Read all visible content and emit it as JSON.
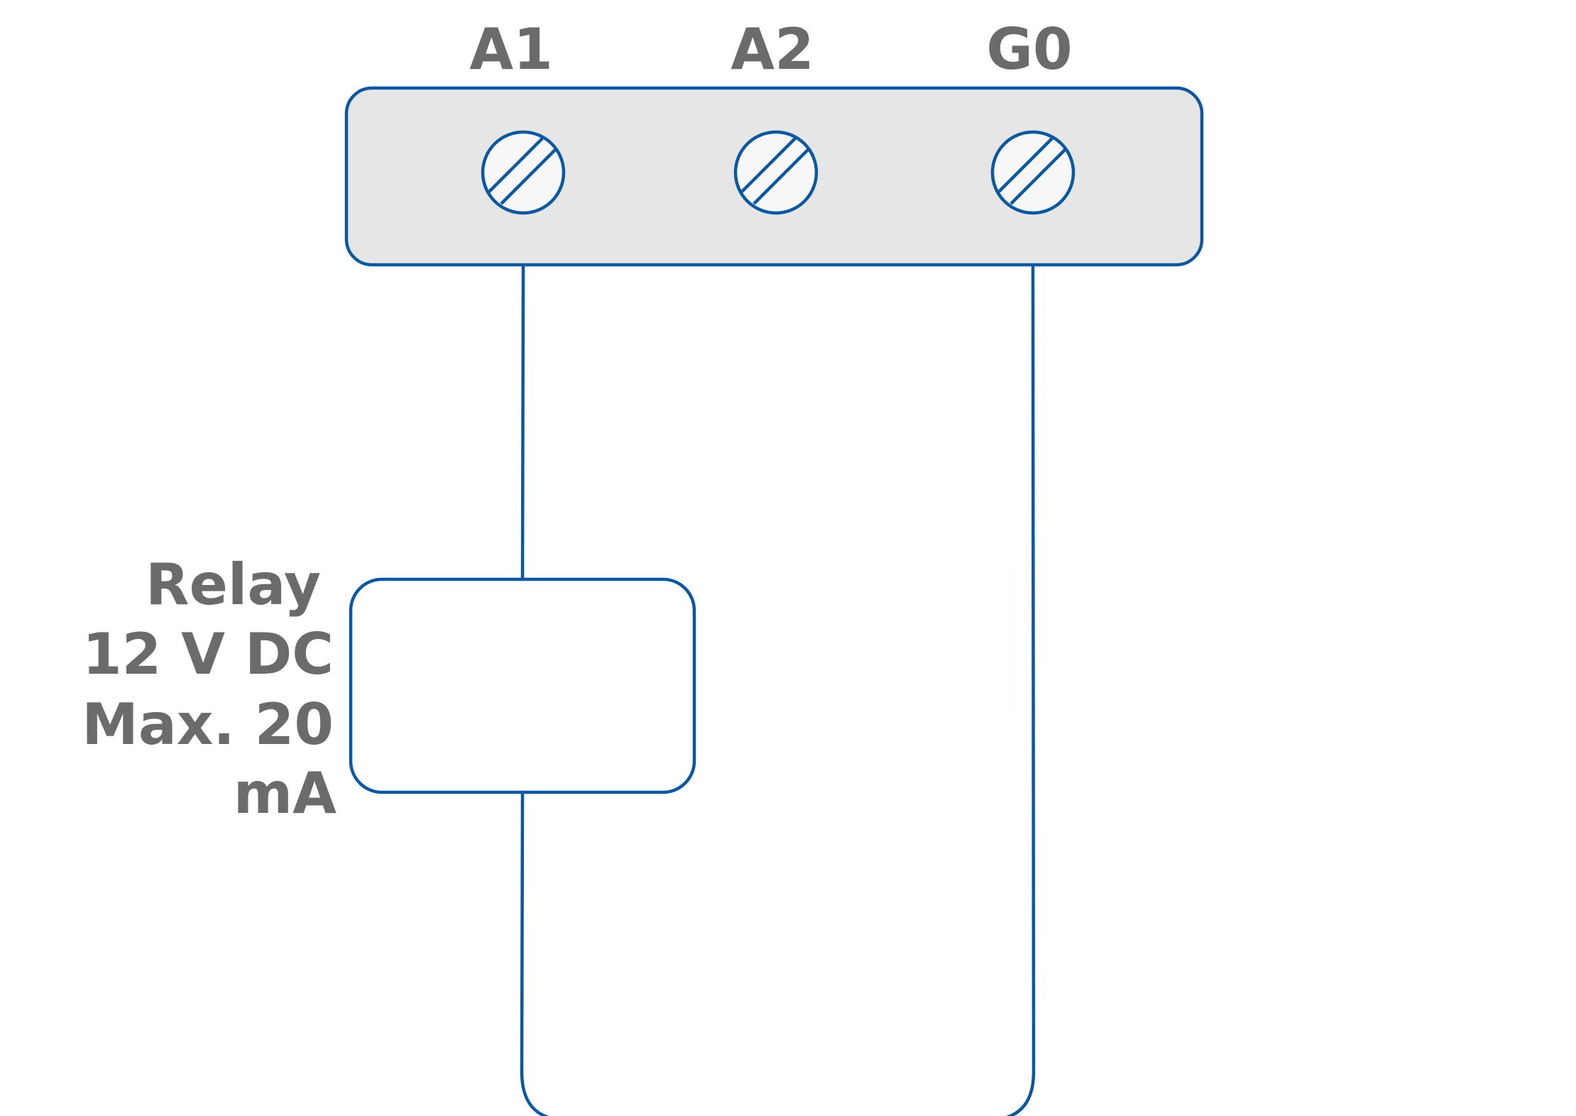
{
  "terminals": [
    {
      "label": "A1"
    },
    {
      "label": "A2"
    },
    {
      "label": "G0"
    }
  ],
  "relay": {
    "lines": [
      "Relay",
      "12 V DC",
      "Max. 20",
      "mA"
    ]
  },
  "colors": {
    "wire": "#0b57a0",
    "terminal_block_fill": "#e6e6e6",
    "screw_fill": "#f7f7f7",
    "text": "#6b6b6b",
    "background": "#ffffff"
  }
}
